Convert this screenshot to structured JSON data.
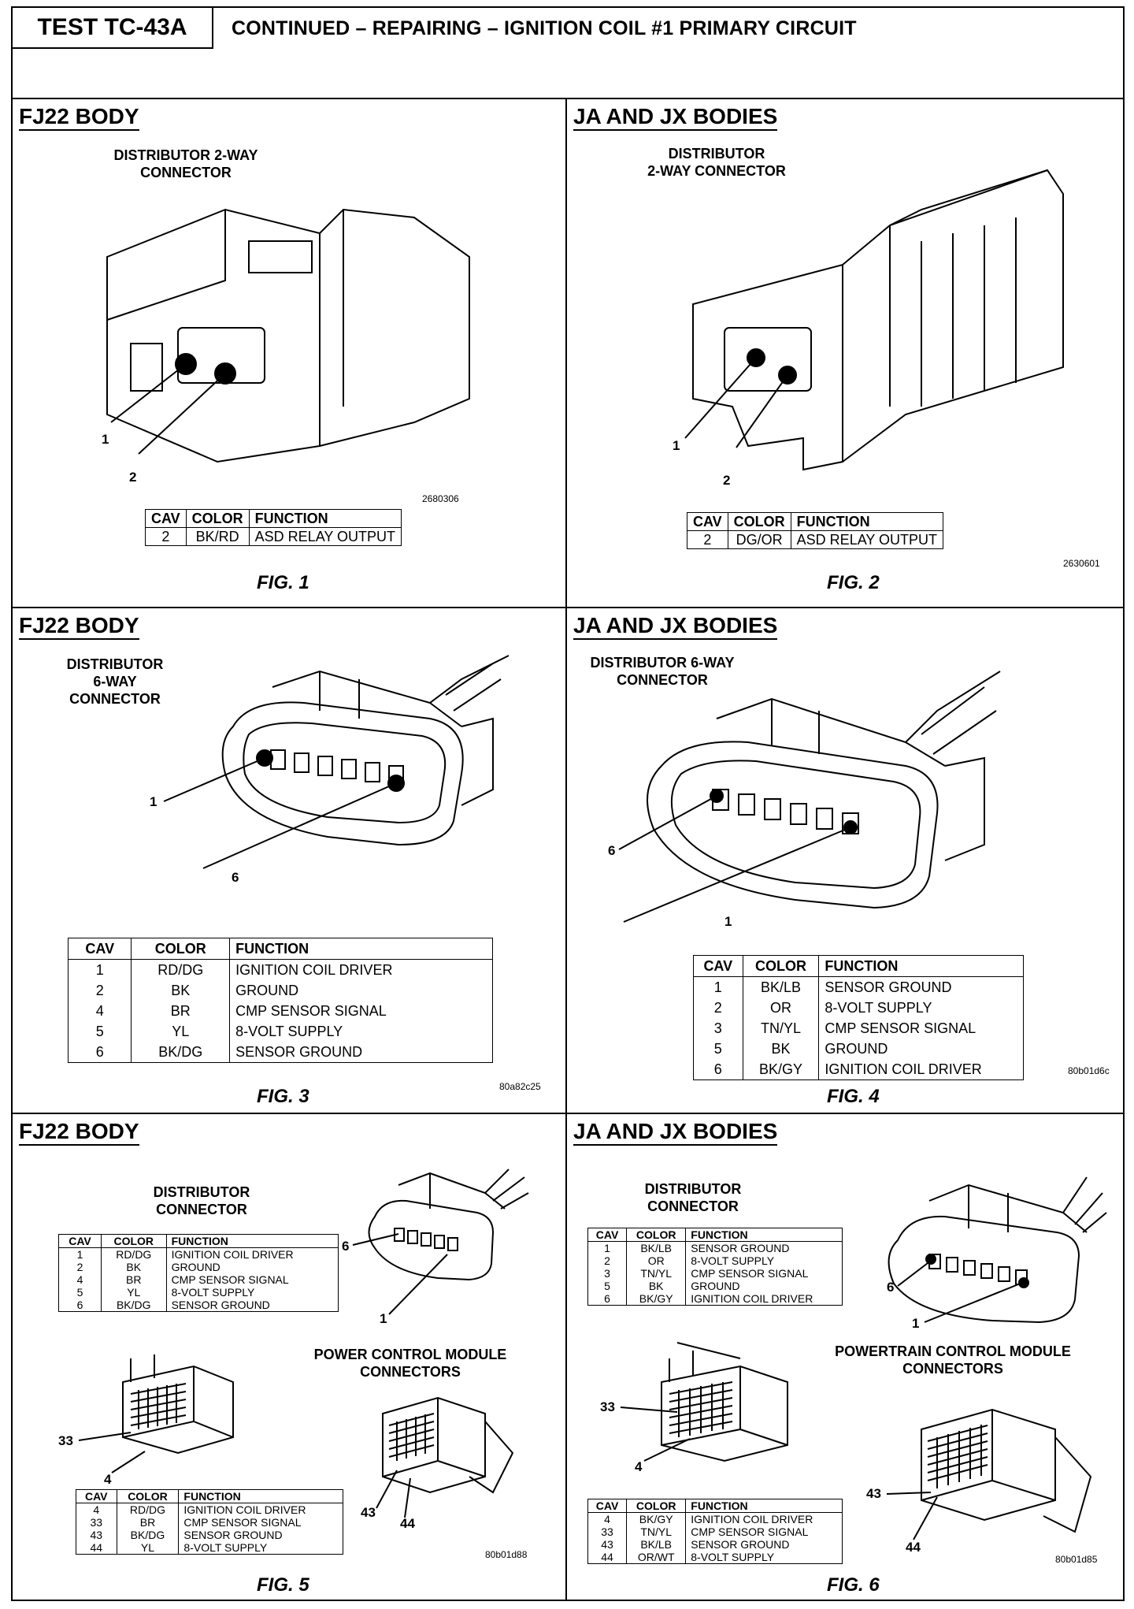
{
  "header": {
    "test_id": "TEST TC-43A",
    "title": "CONTINUED – REPAIRING – IGNITION COIL #1 PRIMARY CIRCUIT"
  },
  "panels": [
    {
      "body": "FJ22 BODY",
      "connector_label": "DISTRIBUTOR 2-WAY\nCONNECTOR",
      "pins": [
        "1",
        "2"
      ],
      "code": "2680306",
      "figure": "FIG. 1",
      "table": {
        "headers": [
          "CAV",
          "COLOR",
          "FUNCTION"
        ],
        "rows": [
          [
            "2",
            "BK/RD",
            "ASD RELAY OUTPUT"
          ]
        ]
      }
    },
    {
      "body": "JA AND JX BODIES",
      "connector_label": "DISTRIBUTOR\n2-WAY CONNECTOR",
      "pins": [
        "1",
        "2"
      ],
      "code": "2630601",
      "figure": "FIG. 2",
      "table": {
        "headers": [
          "CAV",
          "COLOR",
          "FUNCTION"
        ],
        "rows": [
          [
            "2",
            "DG/OR",
            "ASD RELAY OUTPUT"
          ]
        ]
      }
    },
    {
      "body": "FJ22 BODY",
      "connector_label": "DISTRIBUTOR\n6-WAY\nCONNECTOR",
      "pins": [
        "1",
        "6"
      ],
      "code": "80a82c25",
      "figure": "FIG. 3",
      "table": {
        "headers": [
          "CAV",
          "COLOR",
          "FUNCTION"
        ],
        "rows": [
          [
            "1",
            "RD/DG",
            "IGNITION COIL DRIVER"
          ],
          [
            "2",
            "BK",
            "GROUND"
          ],
          [
            "4",
            "BR",
            "CMP SENSOR SIGNAL"
          ],
          [
            "5",
            "YL",
            "8-VOLT SUPPLY"
          ],
          [
            "6",
            "BK/DG",
            "SENSOR GROUND"
          ]
        ]
      }
    },
    {
      "body": "JA AND JX BODIES",
      "connector_label": "DISTRIBUTOR 6-WAY\nCONNECTOR",
      "pins": [
        "6",
        "1"
      ],
      "code": "80b01d6c",
      "figure": "FIG. 4",
      "table": {
        "headers": [
          "CAV",
          "COLOR",
          "FUNCTION"
        ],
        "rows": [
          [
            "1",
            "BK/LB",
            "SENSOR GROUND"
          ],
          [
            "2",
            "OR",
            "8-VOLT SUPPLY"
          ],
          [
            "3",
            "TN/YL",
            "CMP SENSOR SIGNAL"
          ],
          [
            "5",
            "BK",
            "GROUND"
          ],
          [
            "6",
            "BK/GY",
            "IGNITION COIL DRIVER"
          ]
        ]
      }
    },
    {
      "body": "FJ22 BODY",
      "connector_label": "DISTRIBUTOR\nCONNECTOR",
      "pcm_label": "POWER CONTROL MODULE\nCONNECTORS",
      "pins": [
        "6",
        "1"
      ],
      "pcm_pins": [
        "33",
        "4",
        "43",
        "44"
      ],
      "code": "80b01d88",
      "figure": "FIG. 5",
      "table": {
        "headers": [
          "CAV",
          "COLOR",
          "FUNCTION"
        ],
        "rows": [
          [
            "1",
            "RD/DG",
            "IGNITION COIL DRIVER"
          ],
          [
            "2",
            "BK",
            "GROUND"
          ],
          [
            "4",
            "BR",
            "CMP SENSOR SIGNAL"
          ],
          [
            "5",
            "YL",
            "8-VOLT SUPPLY"
          ],
          [
            "6",
            "BK/DG",
            "SENSOR GROUND"
          ]
        ]
      },
      "table2": {
        "headers": [
          "CAV",
          "COLOR",
          "FUNCTION"
        ],
        "rows": [
          [
            "4",
            "RD/DG",
            "IGNITION COIL DRIVER"
          ],
          [
            "33",
            "BR",
            "CMP SENSOR SIGNAL"
          ],
          [
            "43",
            "BK/DG",
            "SENSOR GROUND"
          ],
          [
            "44",
            "YL",
            "8-VOLT SUPPLY"
          ]
        ]
      }
    },
    {
      "body": "JA AND JX BODIES",
      "connector_label": "DISTRIBUTOR\nCONNECTOR",
      "pcm_label": "POWERTRAIN CONTROL MODULE\nCONNECTORS",
      "pins": [
        "6",
        "1"
      ],
      "pcm_pins": [
        "33",
        "4",
        "43",
        "44"
      ],
      "code": "80b01d85",
      "figure": "FIG. 6",
      "table": {
        "headers": [
          "CAV",
          "COLOR",
          "FUNCTION"
        ],
        "rows": [
          [
            "1",
            "BK/LB",
            "SENSOR GROUND"
          ],
          [
            "2",
            "OR",
            "8-VOLT SUPPLY"
          ],
          [
            "3",
            "TN/YL",
            "CMP SENSOR SIGNAL"
          ],
          [
            "5",
            "BK",
            "GROUND"
          ],
          [
            "6",
            "BK/GY",
            "IGNITION COIL DRIVER"
          ]
        ]
      },
      "table2": {
        "headers": [
          "CAV",
          "COLOR",
          "FUNCTION"
        ],
        "rows": [
          [
            "4",
            "BK/GY",
            "IGNITION COIL DRIVER"
          ],
          [
            "33",
            "TN/YL",
            "CMP SENSOR SIGNAL"
          ],
          [
            "43",
            "BK/LB",
            "SENSOR GROUND"
          ],
          [
            "44",
            "OR/WT",
            "8-VOLT SUPPLY"
          ]
        ]
      }
    }
  ]
}
